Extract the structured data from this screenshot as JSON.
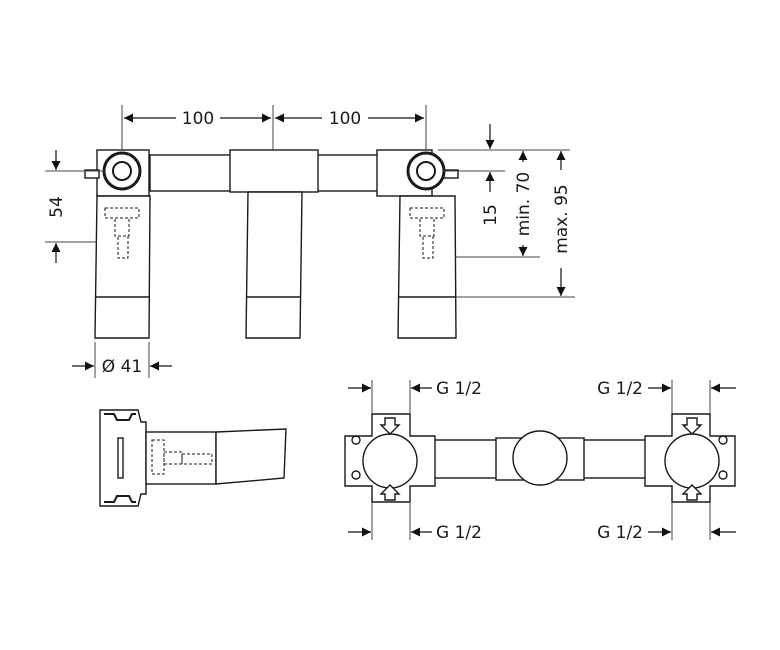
{
  "dimensions": {
    "width_left": "100",
    "width_right": "100",
    "height_54": "54",
    "height_15": "15",
    "min_70": "min. 70",
    "max_95": "max. 95",
    "diameter": "Ø 41",
    "thread_top_left": "G 1/2",
    "thread_top_right": "G 1/2",
    "thread_bottom_left": "G 1/2",
    "thread_bottom_right": "G 1/2"
  }
}
